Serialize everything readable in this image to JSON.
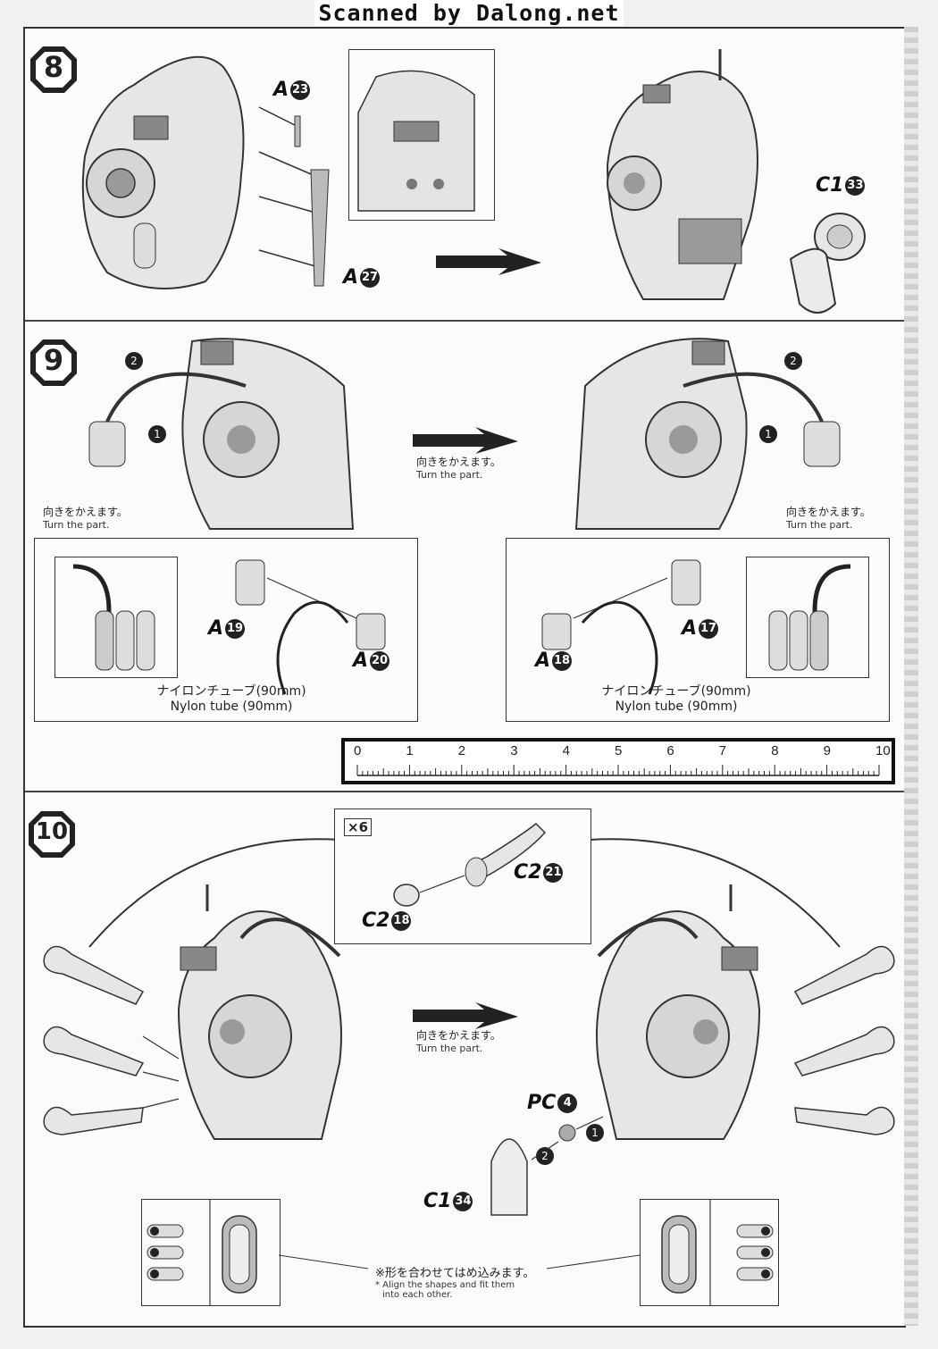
{
  "header": {
    "scan_credit": "Scanned by Dalong.net"
  },
  "steps": {
    "s8": {
      "number": "8",
      "parts": [
        {
          "letter": "A",
          "num": "23"
        },
        {
          "letter": "A",
          "num": "27"
        },
        {
          "letter": "C1",
          "num": "33"
        }
      ]
    },
    "s9": {
      "number": "9",
      "center_jp": "向きをかえます。",
      "center_en": "Turn the part.",
      "left_jp": "向きをかえます。",
      "left_en": "Turn the part.",
      "right_jp": "向きをかえます。",
      "right_en": "Turn the part.",
      "left_parts": [
        {
          "letter": "A",
          "num": "19"
        },
        {
          "letter": "A",
          "num": "20"
        }
      ],
      "right_parts": [
        {
          "letter": "A",
          "num": "17"
        },
        {
          "letter": "A",
          "num": "18"
        }
      ],
      "tube_jp": "ナイロンチューブ(90mm)",
      "tube_en": "Nylon tube (90mm)",
      "markers": [
        "1",
        "2"
      ]
    },
    "ruler": {
      "ticks": [
        "0",
        "1",
        "2",
        "3",
        "4",
        "5",
        "6",
        "7",
        "8",
        "9",
        "10"
      ]
    },
    "s10": {
      "number": "10",
      "quantity": "×6",
      "parts": [
        {
          "letter": "C2",
          "num": "21"
        },
        {
          "letter": "C2",
          "num": "18"
        },
        {
          "letter": "PC",
          "num": "4"
        },
        {
          "letter": "C1",
          "num": "34"
        }
      ],
      "center_jp": "向きをかえます。",
      "center_en": "Turn the part.",
      "note_jp": "※形を合わせてはめ込みます。",
      "note_en_line1": "* Align the shapes and fit them",
      "note_en_line2": "into each other.",
      "markers": [
        "1",
        "2"
      ]
    }
  }
}
